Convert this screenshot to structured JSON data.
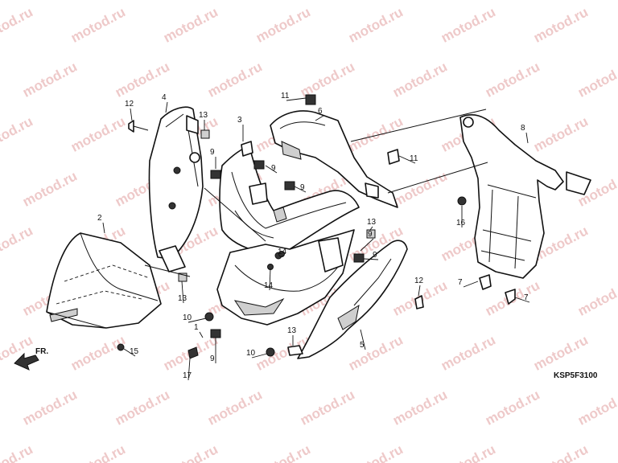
{
  "watermark": {
    "text": "motod.ru",
    "color": "#e9b8b8"
  },
  "diagram_code": "KSP5F3100",
  "front_label": "FR.",
  "callouts": [
    "1",
    "2",
    "3",
    "4",
    "5",
    "6",
    "7",
    "7",
    "8",
    "9",
    "9",
    "9",
    "9",
    "9",
    "9",
    "10",
    "10",
    "11",
    "11",
    "12",
    "12",
    "13",
    "13",
    "13",
    "13",
    "14",
    "14",
    "15",
    "16",
    "17"
  ]
}
